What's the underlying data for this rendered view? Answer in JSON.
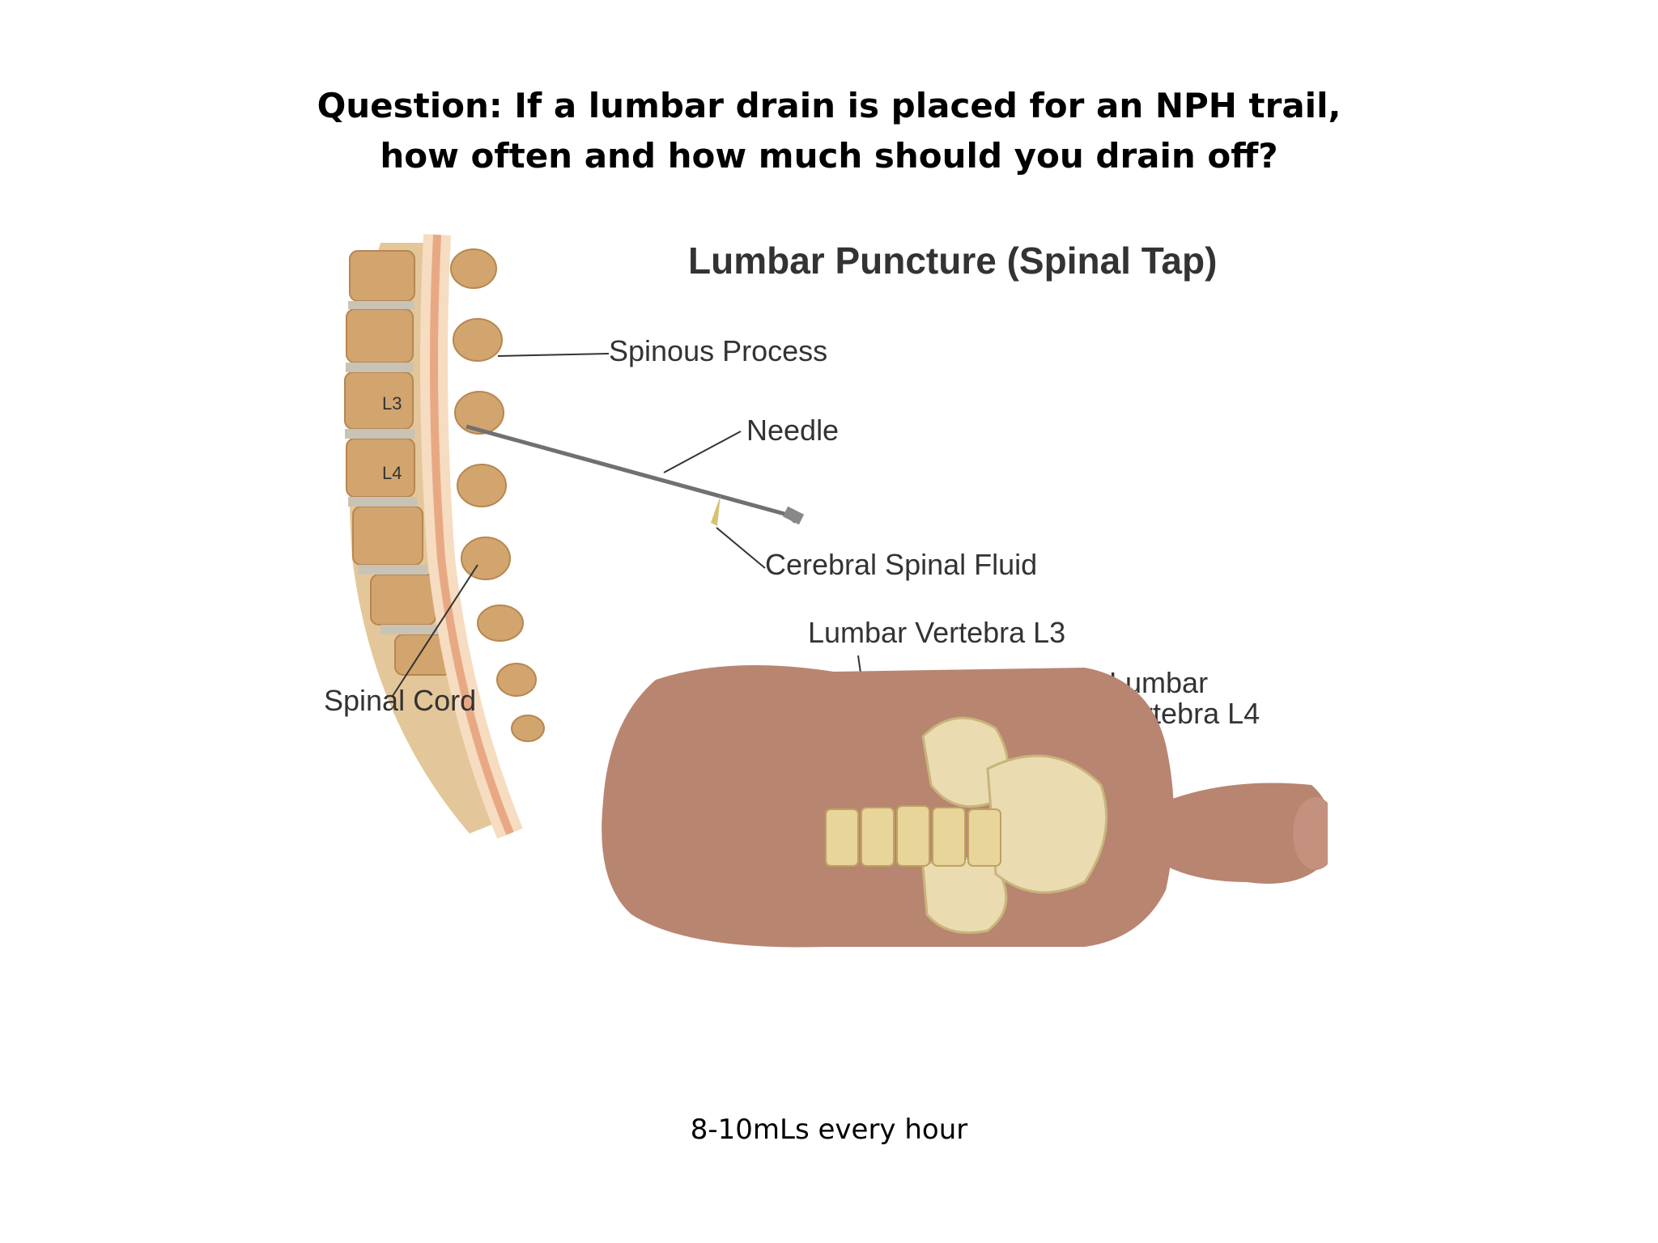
{
  "slide": {
    "question_line1": "Question: If a lumbar drain is placed for an NPH trail,",
    "question_line2": "how often and how much should you drain off?",
    "answer": "8-10mLs every hour"
  },
  "illustration": {
    "title": "Lumbar Puncture (Spinal Tap)",
    "labels": {
      "spinous_process": "Spinous Process",
      "needle": "Needle",
      "csf": "Cerebral Spinal Fluid",
      "spinal_cord": "Spinal Cord",
      "l3_short": "L3",
      "l4_short": "L4",
      "vertebra_l3": "Lumbar Vertebra L3",
      "vertebra_l4_line1": "Lumbar",
      "vertebra_l4_line2": "Vertebra L4"
    }
  }
}
